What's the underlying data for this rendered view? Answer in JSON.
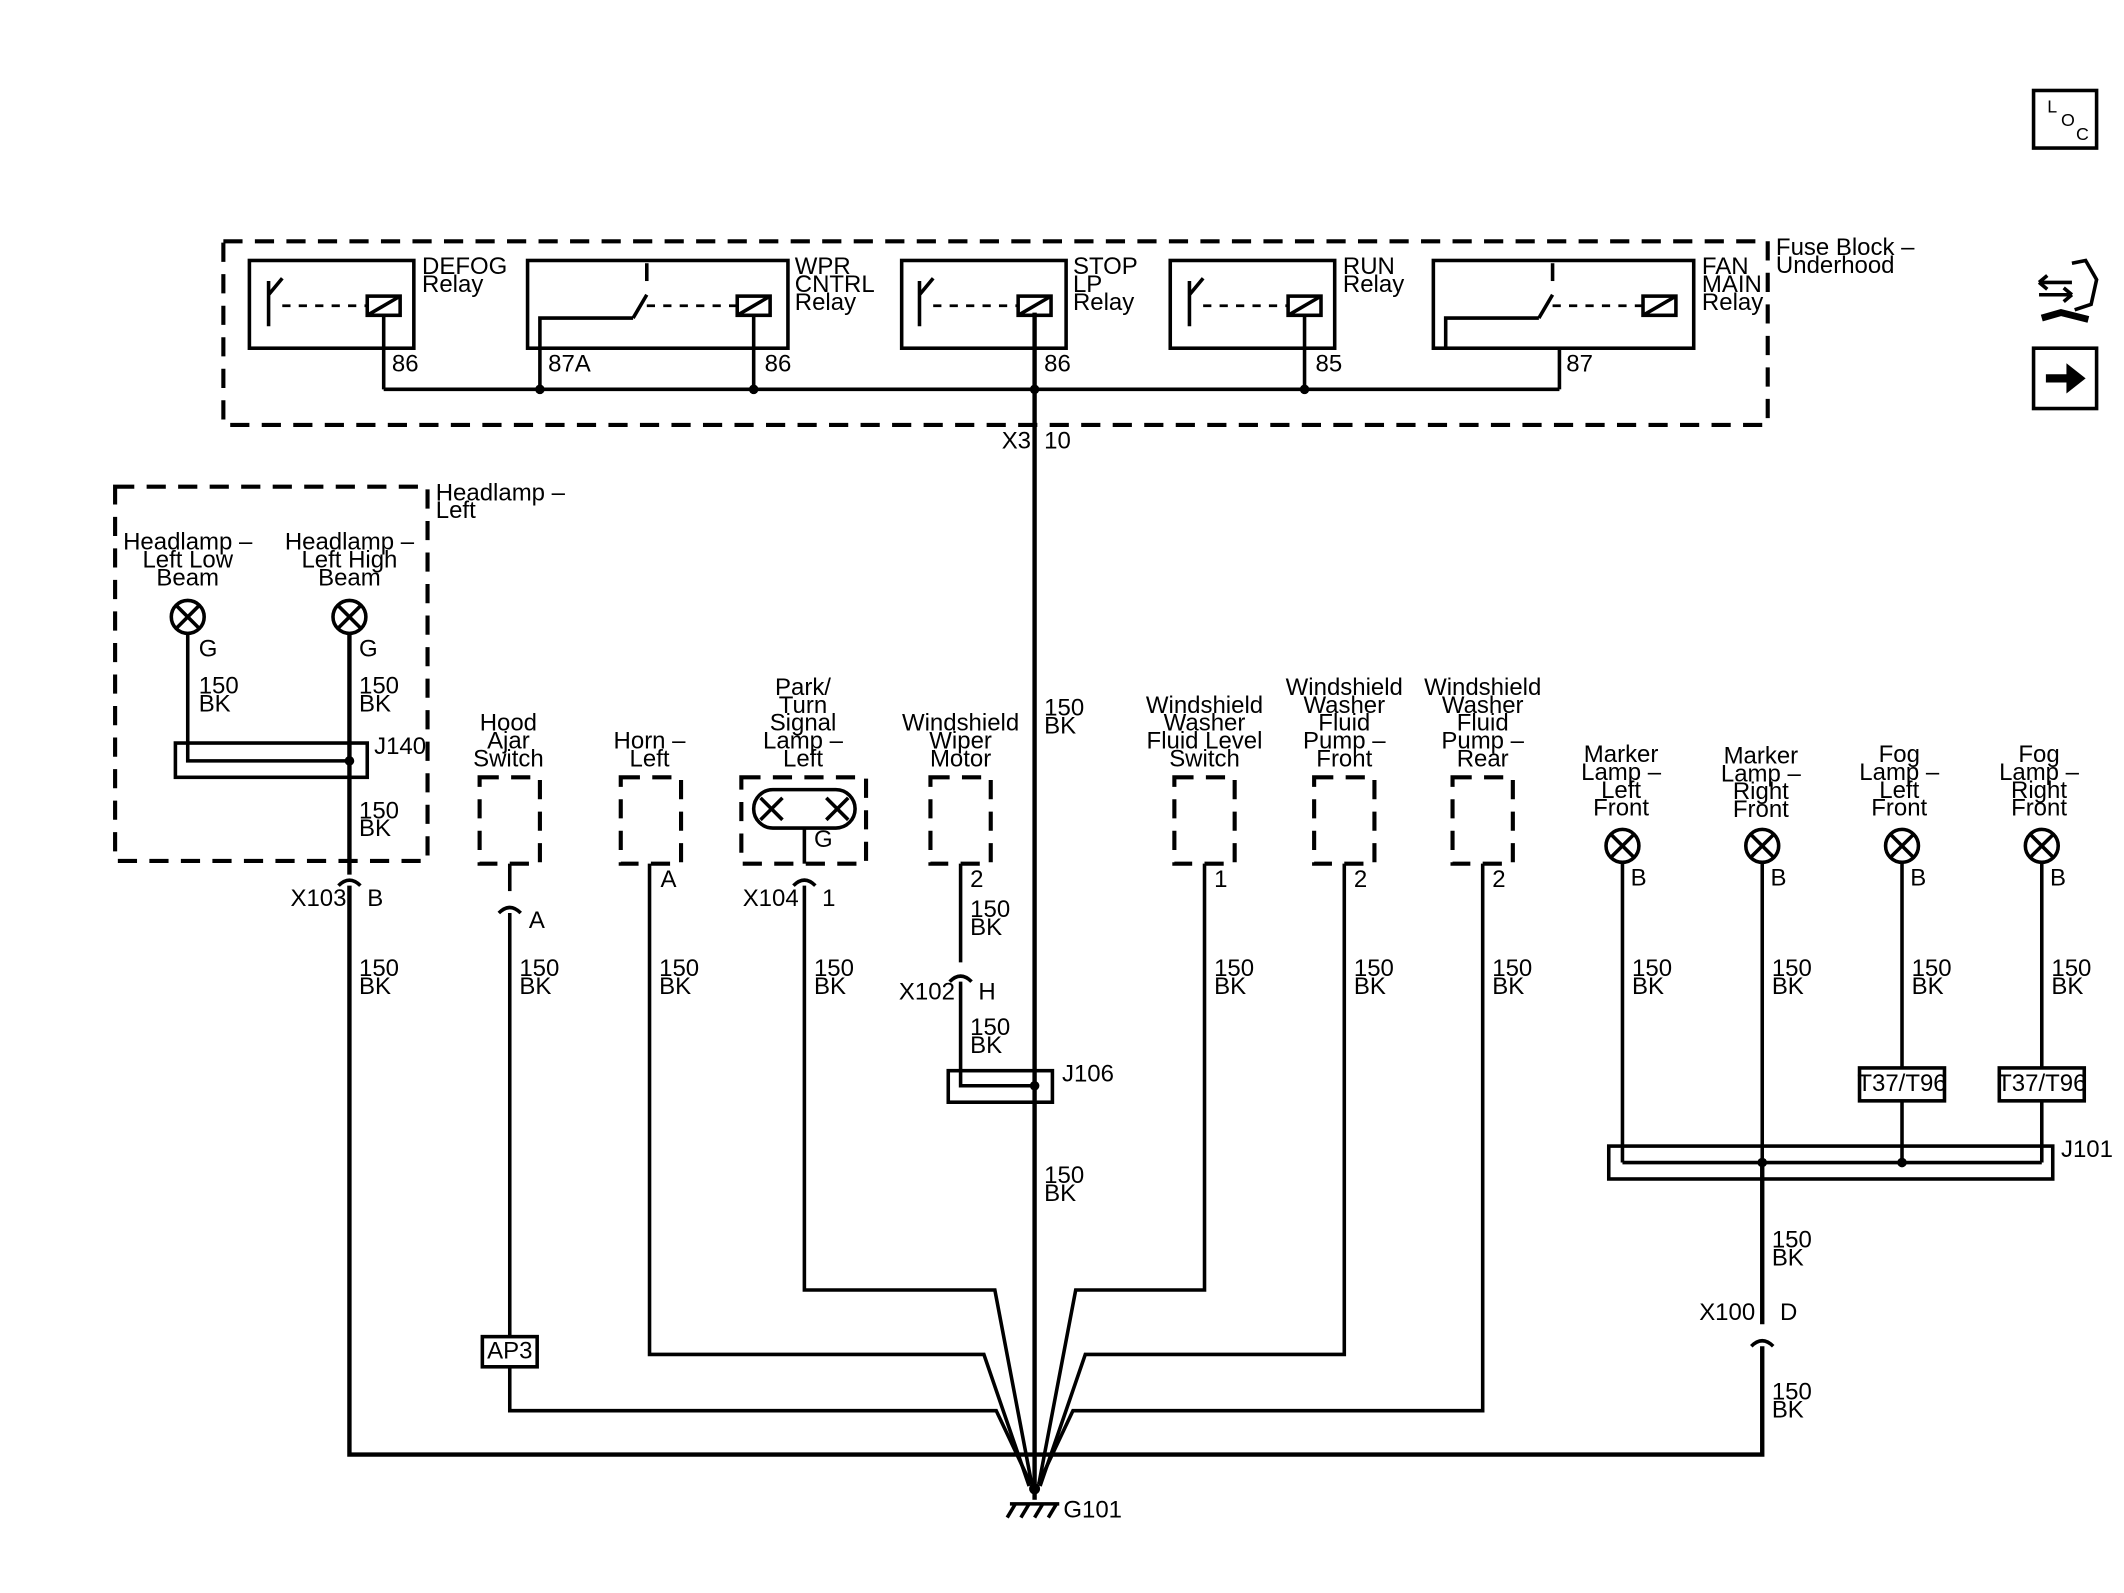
{
  "nav_icons": {
    "loc_label": [
      "L",
      "O",
      "C"
    ],
    "icons": [
      "locator-icon",
      "connector-wrench-icon",
      "next-arrow-icon"
    ]
  },
  "fuse_block": {
    "label": [
      "Fuse Block –",
      "Underhood"
    ],
    "relays": [
      {
        "name": [
          "DEFOG",
          "Relay"
        ],
        "terminal": "86"
      },
      {
        "name": [
          "WPR",
          "CNTRL",
          "Relay"
        ],
        "terminals": [
          "87A",
          "86"
        ]
      },
      {
        "name": [
          "STOP",
          "LP",
          "Relay"
        ],
        "terminal": "86"
      },
      {
        "name": [
          "RUN",
          "Relay"
        ],
        "terminal": "85"
      },
      {
        "name": [
          "FAN",
          "MAIN",
          "Relay"
        ],
        "terminal": "87"
      }
    ],
    "connector": "X3",
    "pin": "10"
  },
  "headlamp_assembly": {
    "label": [
      "Headlamp –",
      "Left"
    ],
    "lamps": [
      {
        "name": [
          "Headlamp –",
          "Left Low",
          "Beam"
        ],
        "pin": "G"
      },
      {
        "name": [
          "Headlamp –",
          "Left High",
          "Beam"
        ],
        "pin": "G"
      }
    ],
    "splice": "J140",
    "connector": "X103",
    "connector_pin": "B"
  },
  "components": [
    {
      "name": [
        "Hood",
        "Ajar",
        "Switch"
      ],
      "pin": "A"
    },
    {
      "name": [
        "Horn –",
        "Left"
      ],
      "pin": "A"
    },
    {
      "name": [
        "Park/",
        "Turn",
        "Signal",
        "Lamp –",
        "Left"
      ],
      "pin": "G",
      "connector": "X104",
      "connector_pin": "1"
    },
    {
      "name": [
        "Windshield",
        "Wiper",
        "Motor"
      ],
      "pin": "2",
      "connector": "X102",
      "connector_pin": "H"
    },
    {
      "name": [
        "Windshield",
        "Washer",
        "Fluid Level",
        "Switch"
      ],
      "pin": "1"
    },
    {
      "name": [
        "Windshield",
        "Washer",
        "Fluid",
        "Pump –",
        "Front"
      ],
      "pin": "2"
    },
    {
      "name": [
        "Windshield",
        "Washer",
        "Fluid",
        "Pump –",
        "Rear"
      ],
      "pin": "2"
    }
  ],
  "front_lamps": [
    {
      "name": [
        "Marker",
        "Lamp –",
        "Left",
        "Front"
      ],
      "pin": "B"
    },
    {
      "name": [
        "Marker",
        "Lamp –",
        "Right",
        "Front"
      ],
      "pin": "B"
    },
    {
      "name": [
        "Fog",
        "Lamp –",
        "Left",
        "Front"
      ],
      "pin": "B",
      "option": "T37/T96"
    },
    {
      "name": [
        "Fog",
        "Lamp –",
        "Right",
        "Front"
      ],
      "pin": "B",
      "option": "T37/T96"
    }
  ],
  "splices": {
    "wiper": "J106",
    "front": "J101"
  },
  "options": {
    "hood": "AP3"
  },
  "front_connector": {
    "name": "X100",
    "pin": "D"
  },
  "wire": {
    "gauge": "150",
    "color": "BK"
  },
  "ground": "G101"
}
